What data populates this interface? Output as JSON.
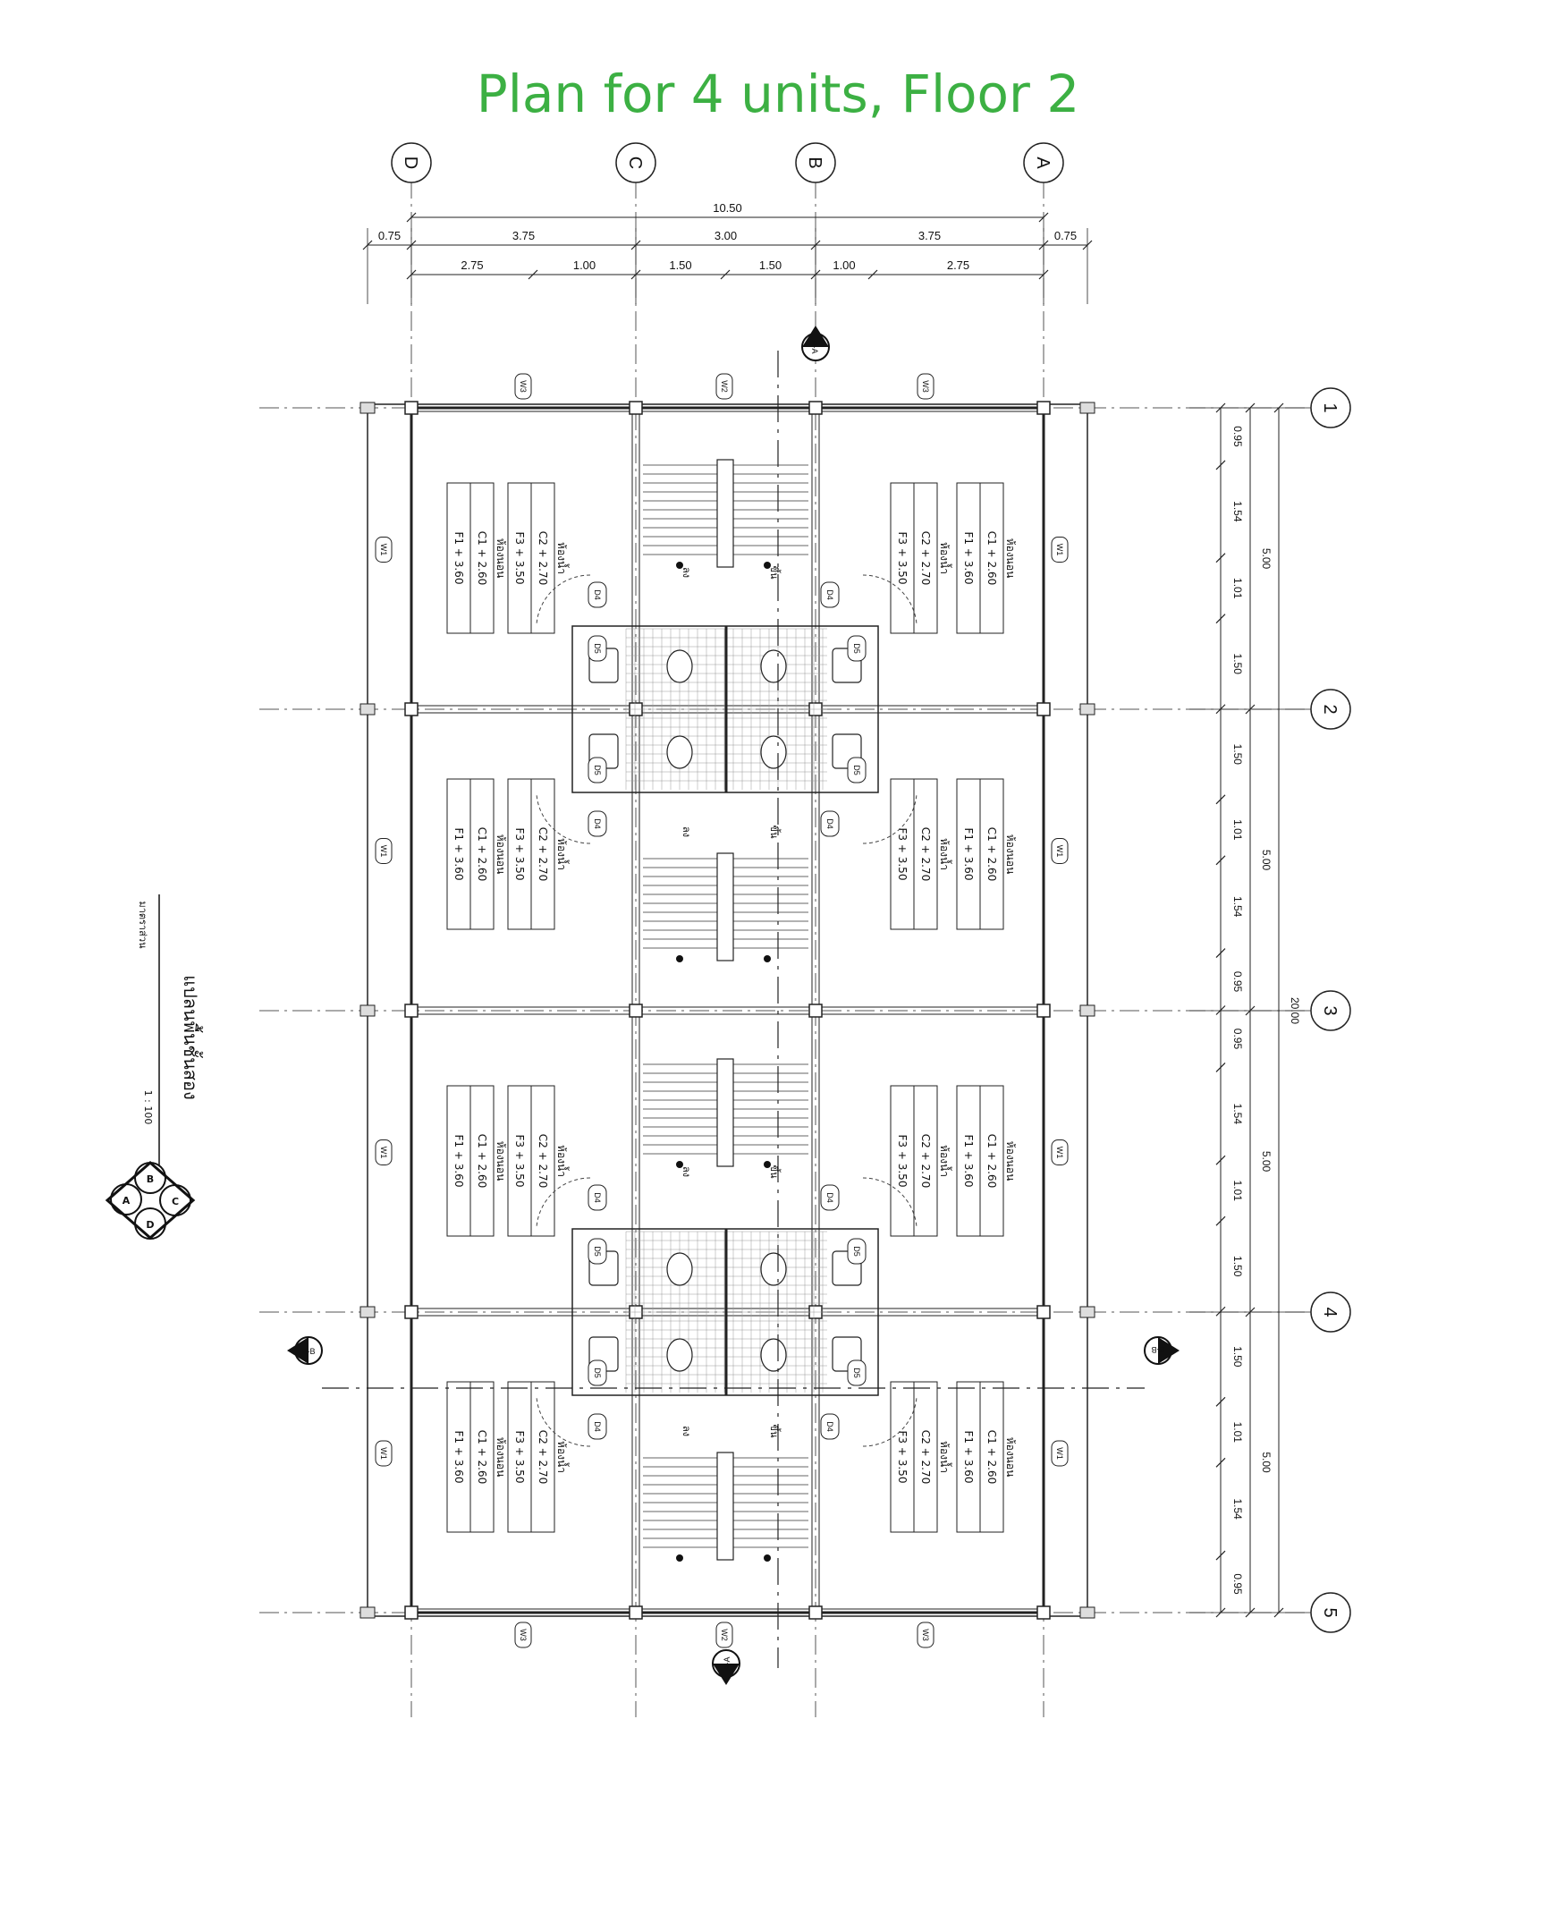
{
  "title": "Plan for 4 units, Floor 2",
  "grid_cols": [
    "D",
    "C",
    "B",
    "A"
  ],
  "grid_rows": [
    "1",
    "2",
    "3",
    "4",
    "5"
  ],
  "dims_top": {
    "total": "10.50",
    "row2": [
      "0.75",
      "3.75",
      "3.00",
      "3.75",
      "0.75"
    ],
    "row3": [
      "2.75",
      "1.00",
      "1.50",
      "1.50",
      "1.00",
      "2.75"
    ]
  },
  "dims_right": {
    "segments": [
      "0.95",
      "1.54",
      "1.01",
      "1.50",
      "1.50",
      "1.01",
      "1.54",
      "0.95",
      "0.95",
      "1.54",
      "1.01",
      "1.50",
      "1.50",
      "1.01",
      "1.54",
      "0.95"
    ],
    "bays": [
      "5.00",
      "5.00",
      "5.00",
      "5.00"
    ],
    "total": "20.00"
  },
  "window_tags": {
    "w1": "W1",
    "w2": "W2",
    "w3": "W3"
  },
  "door_tags": {
    "d4": "D4",
    "d5": "D5"
  },
  "section_tags": {
    "aa": "A-A",
    "bb": "B-B"
  },
  "room_bed": {
    "name": "ห้องนอน",
    "floor": "F1 + 3.60",
    "ceiling": "C1 + 2.60"
  },
  "room_bath": {
    "name": "ห้องน้ำ",
    "floor": "F3 + 3.50",
    "ceiling": "C2 + 2.70"
  },
  "stair_labels": {
    "up": "ขึ้น",
    "down": "ลง"
  },
  "plan_caption": {
    "title": "แปลนพื้นชั้นสอง",
    "scale": "1 : 100",
    "note": "มาตราส่วน"
  },
  "key_plan": [
    "B",
    "C",
    "A",
    "D"
  ]
}
